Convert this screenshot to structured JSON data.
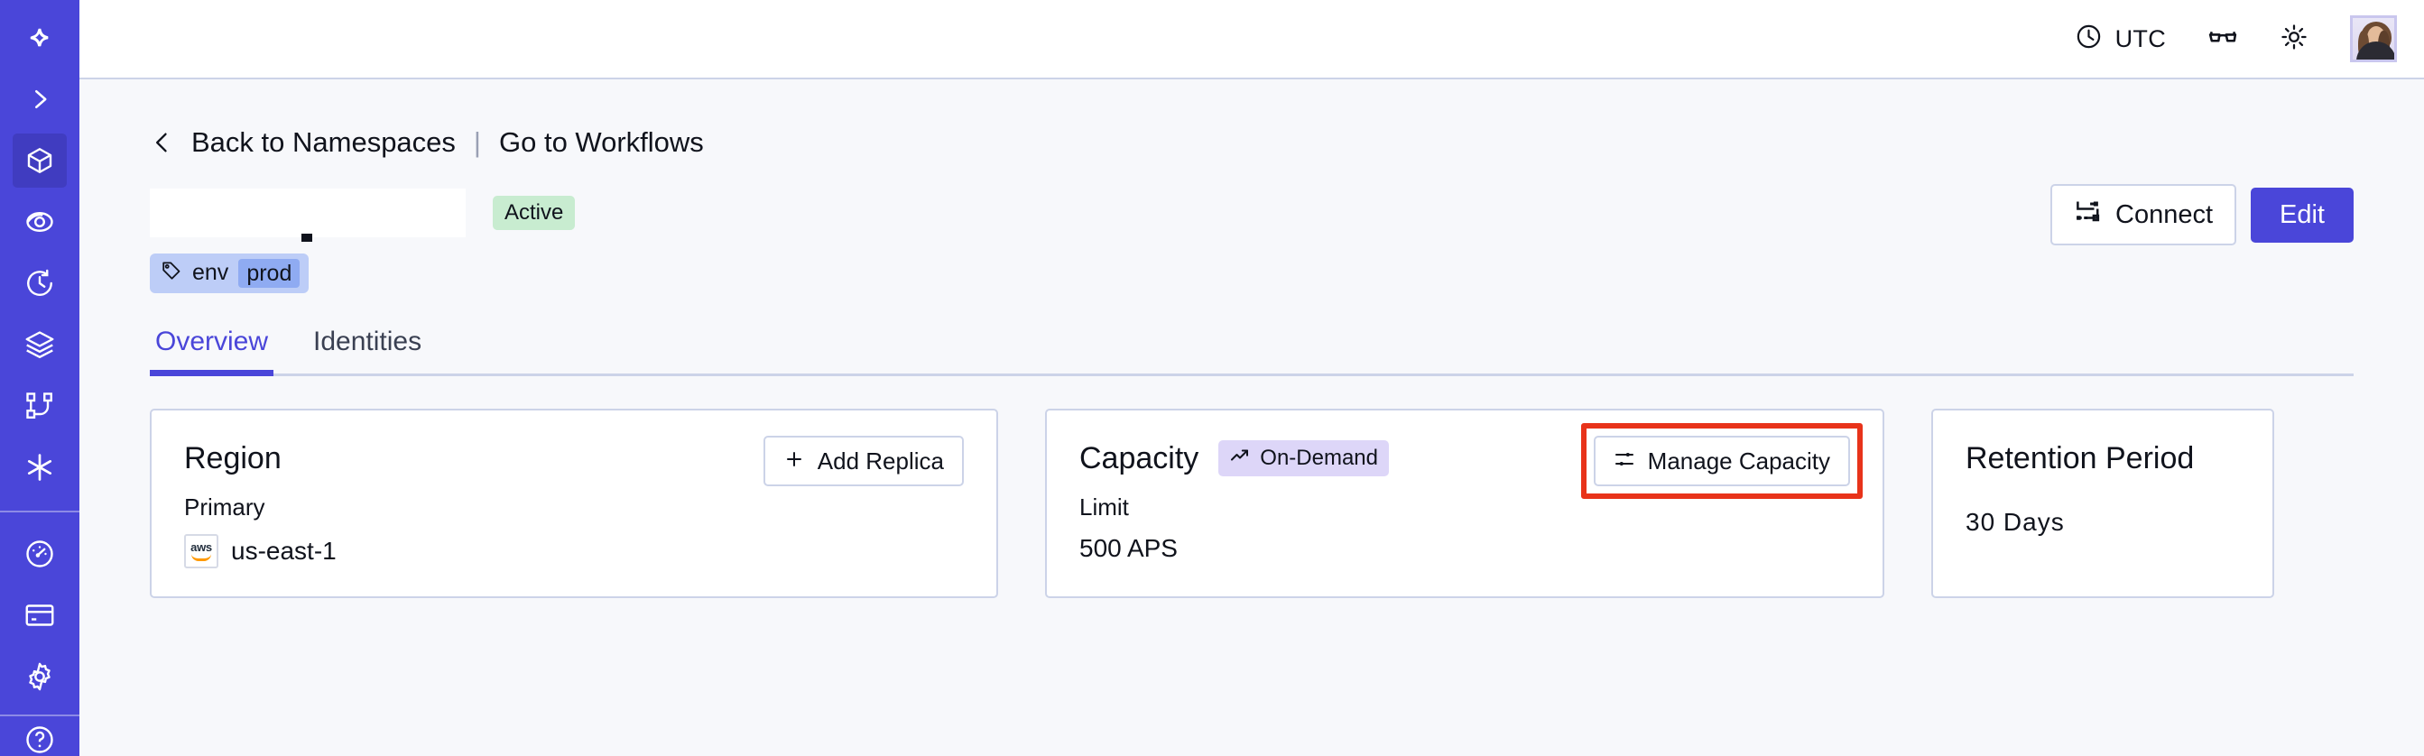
{
  "sidebar": {
    "items": [
      {
        "name": "logo",
        "icon": "sparkle-logo-icon",
        "active": false
      },
      {
        "name": "expand",
        "icon": "chevron-right-icon",
        "active": false
      },
      {
        "name": "namespaces",
        "icon": "cube-icon",
        "active": true
      },
      {
        "name": "observability",
        "icon": "eye-icon",
        "active": false
      },
      {
        "name": "schedules",
        "icon": "clock-arrow-icon",
        "active": false
      },
      {
        "name": "layers",
        "icon": "layers-icon",
        "active": false
      },
      {
        "name": "workflows",
        "icon": "node-graph-icon",
        "active": false
      },
      {
        "name": "nexus",
        "icon": "asterisk-icon",
        "active": false
      },
      {
        "name": "usage",
        "icon": "gauge-icon",
        "active": false
      },
      {
        "name": "billing",
        "icon": "credit-card-icon",
        "active": false
      },
      {
        "name": "settings",
        "icon": "gear-icon",
        "active": false
      }
    ]
  },
  "header": {
    "timezone_label": "UTC",
    "clock_icon": "clock-icon",
    "glasses_icon": "glasses-icon",
    "theme_icon": "sun-icon",
    "avatar_icon": "user-avatar"
  },
  "breadcrumb": {
    "back_icon": "chevron-left-icon",
    "back_label": "Back to Namespaces",
    "separator": "|",
    "forward_label": "Go to Workflows"
  },
  "title_row": {
    "name_redacted": "",
    "status_badge": "Active",
    "connect_label": "Connect",
    "connect_icon": "connect-workflow-icon",
    "edit_label": "Edit"
  },
  "tags": [
    {
      "icon": "tag-icon",
      "key": "env",
      "value": "prod"
    }
  ],
  "tabs": [
    {
      "label": "Overview",
      "active": true
    },
    {
      "label": "Identities",
      "active": false
    }
  ],
  "cards": {
    "region": {
      "title": "Region",
      "action_label": "Add Replica",
      "action_icon": "plus-icon",
      "sub_label": "Primary",
      "provider_icon": "aws-logo",
      "provider_text": "aws",
      "value": "us-east-1"
    },
    "capacity": {
      "title": "Capacity",
      "badge_label": "On-Demand",
      "badge_icon": "trending-up-icon",
      "action_label": "Manage Capacity",
      "action_icon": "sliders-icon",
      "sub_label": "Limit",
      "value": "500 APS"
    },
    "retention": {
      "title": "Retention Period",
      "value": "30 Days"
    }
  },
  "annotation": {
    "target": "manage-capacity-button",
    "color": "#e8331a"
  },
  "colors": {
    "sidebar": "#4a46d9",
    "accent": "#4a46d9",
    "page_bg": "#f7f8fb",
    "card_border": "#ccd3e8",
    "status_active_bg": "#c8ecd0",
    "badge_lavender_bg": "#ddd6f8",
    "tag_bg": "#bdcdf7",
    "tag_value_bg": "#8fabf2",
    "annotation_red": "#e8331a"
  }
}
